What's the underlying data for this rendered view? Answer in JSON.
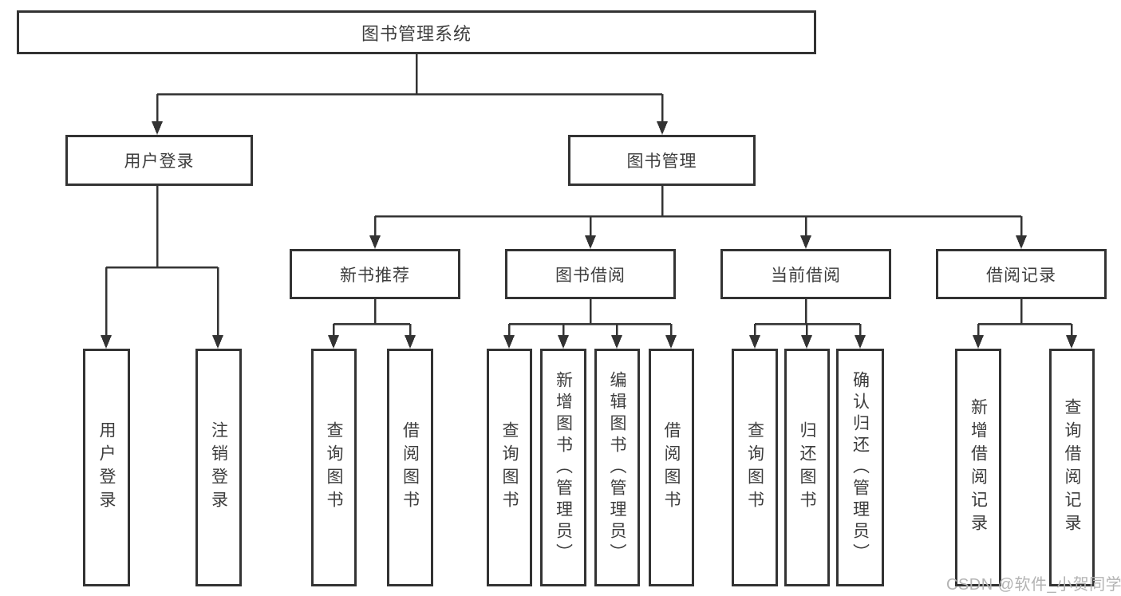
{
  "diagram": {
    "type": "hierarchy",
    "title": "图书管理系统",
    "watermark": "CSDN @软件_小贺同学",
    "colors": {
      "line": "#333333",
      "text": "#3d3d3d",
      "box_border": "#333333",
      "box_background": "#ffffff",
      "page_background": "#ffffff",
      "watermark": "#b3b3b3"
    }
  },
  "tree": {
    "label": "图书管理系统",
    "children": [
      {
        "label": "用户登录",
        "children": [
          {
            "label": "用户登录"
          },
          {
            "label": "注销登录"
          }
        ]
      },
      {
        "label": "图书管理",
        "children": [
          {
            "label": "新书推荐",
            "children": [
              {
                "label": "查询图书"
              },
              {
                "label": "借阅图书"
              }
            ]
          },
          {
            "label": "图书借阅",
            "children": [
              {
                "label": "查询图书"
              },
              {
                "label": "新增图书（管理员）"
              },
              {
                "label": "编辑图书（管理员）"
              },
              {
                "label": "借阅图书"
              }
            ]
          },
          {
            "label": "当前借阅",
            "children": [
              {
                "label": "查询图书"
              },
              {
                "label": "归还图书"
              },
              {
                "label": "确认归还（管理员）"
              }
            ]
          },
          {
            "label": "借阅记录",
            "children": [
              {
                "label": "新增借阅记录"
              },
              {
                "label": "查询借阅记录"
              }
            ]
          }
        ]
      }
    ]
  }
}
